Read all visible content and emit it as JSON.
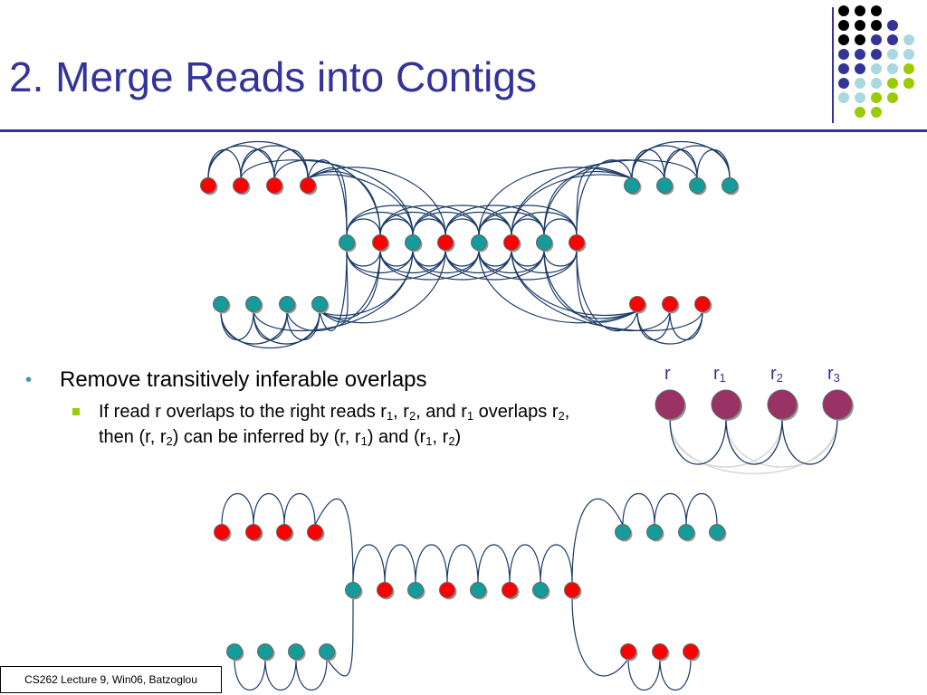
{
  "slide": {
    "title": "2. Merge Reads into Contigs",
    "bullet1": "Remove transitively inferable overlaps",
    "sub_bullet": {
      "p1": "If read r overlaps to the right reads r",
      "s1": "1",
      "p2": ", r",
      "s2": "2",
      "p3": ", and r",
      "s3": "1",
      "p4": " overlaps r",
      "s4": "2",
      "p5": ", then (r, r",
      "s5": "2",
      "p6": ") can be inferred by (r, r",
      "s6": "1",
      "p7": ") and (r",
      "s7": "1",
      "p8": ", r",
      "s8": "2",
      "p9": ")"
    },
    "footer": "CS262 Lecture 9, Win06, Batzoglou"
  },
  "colors": {
    "title": "#333399",
    "red_node": "#ff0000",
    "teal_node": "#169b9b",
    "purple_node": "#993366",
    "edge": "#1a3a66",
    "bullet": "#3a9aa8",
    "sub_bullet": "#99cc00"
  },
  "example": {
    "labels": [
      {
        "base": "r",
        "sub": ""
      },
      {
        "base": "r",
        "sub": "1"
      },
      {
        "base": "r",
        "sub": "2"
      },
      {
        "base": "r",
        "sub": "3"
      }
    ]
  }
}
